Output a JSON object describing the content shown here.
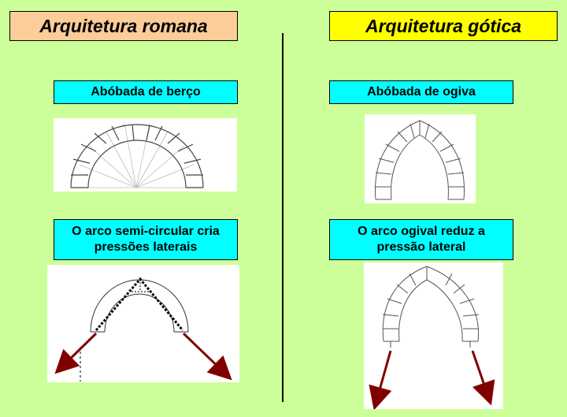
{
  "romanesque": {
    "title": "Arquitetura romana",
    "title_color": "#fccc99",
    "vault_label": "Abóbada de berço",
    "arch_label": "O arco semi-circular cria pressões laterais"
  },
  "gothic": {
    "title": "Arquitetura gótica",
    "title_color": "#ffff00",
    "vault_label": "Abóbada de ogiva",
    "arch_label": "O arco ogival reduz a pressão lateral"
  },
  "colors": {
    "background": "#ccff99",
    "label_fill": "#00ffff",
    "arrow": "#800000"
  }
}
